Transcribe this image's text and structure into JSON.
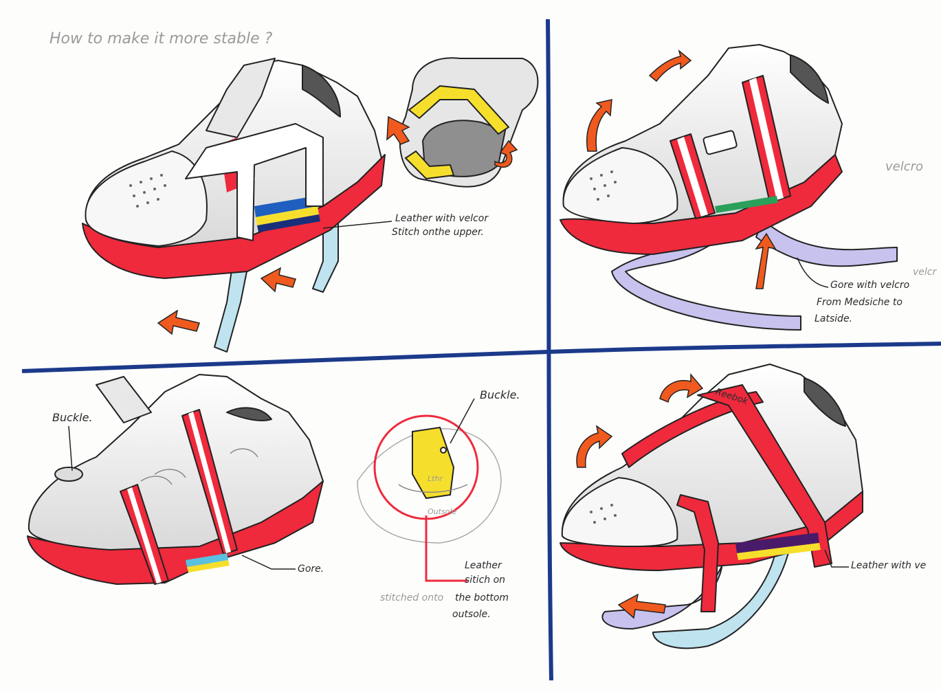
{
  "page_title": "How to make it more stable ?",
  "quadrants": {
    "top_left": {
      "annotation_line1": "Leather with velcor",
      "annotation_line2": "Stitch onthe upper."
    },
    "top_right": {
      "side_label": "velcro",
      "velcro_label": "velcr",
      "annotation_line1": "Gore with velcro",
      "annotation_line2": "From Medsiche to",
      "annotation_line3": "Latside."
    },
    "bottom_left": {
      "buckle_label": "Buckle.",
      "gore_label": "Gore.",
      "detail_buckle_label": "Buckle.",
      "detail_lthr_label": "Lthr",
      "detail_outsole_label": "Outsole",
      "detail_note_line1": "Leather",
      "detail_note_line2": "sitich on",
      "detail_note_stitched": "stitched onto",
      "detail_note_line3": "the bottom",
      "detail_note_line4": "outsole."
    },
    "bottom_right": {
      "brand_on_strap": "Reebok",
      "annotation": "Leather with ve"
    }
  },
  "colors": {
    "divider": "#1c3a8a",
    "sole_red": "#ee2a3c",
    "arrow_orange": "#f05a1e",
    "strap_yellow": "#f6df2c",
    "strap_blue": "#bfe3ef",
    "strap_lavender": "#c7c3ee"
  }
}
